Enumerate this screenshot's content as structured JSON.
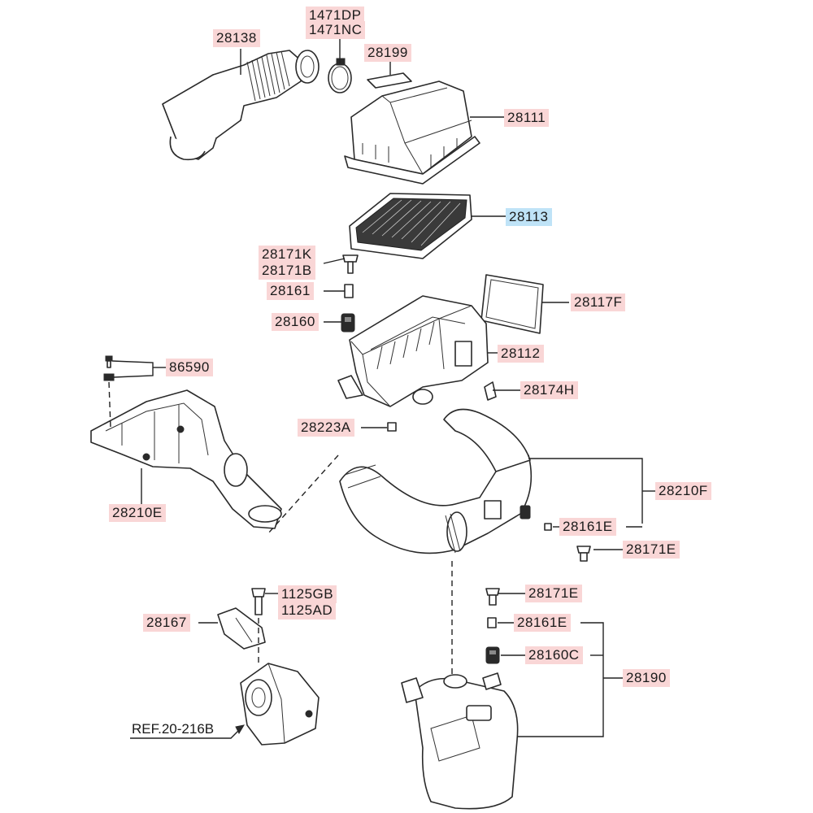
{
  "labels": {
    "p1471DP": "1471DP",
    "p1471NC": "1471NC",
    "p28138": "28138",
    "p28199": "28199",
    "p28111": "28111",
    "p28113": "28113",
    "p28171K": "28171K",
    "p28171B": "28171B",
    "p28161": "28161",
    "p28160": "28160",
    "p28117F": "28117F",
    "p28112": "28112",
    "p86590": "86590",
    "p28174H": "28174H",
    "p28223A": "28223A",
    "p28210E": "28210E",
    "p28210F": "28210F",
    "p28161E_a": "28161E",
    "p28171E_a": "28171E",
    "p1125GB": "1125GB",
    "p1125AD": "1125AD",
    "p28167": "28167",
    "p28171E_b": "28171E",
    "p28161E_b": "28161E",
    "p28160C": "28160C",
    "p28190": "28190",
    "ref": "REF.20-216B"
  },
  "colors": {
    "label_bg": "#f9d6d6",
    "selected_bg": "#bfe3f7",
    "line": "#222222"
  },
  "selected_part": "28113"
}
